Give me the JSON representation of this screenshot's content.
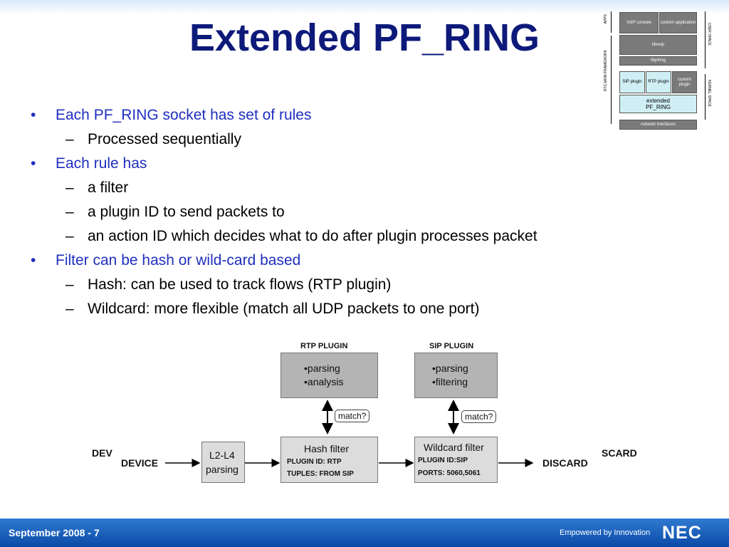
{
  "title": "Extended PF_RING",
  "bullets": [
    {
      "level": 1,
      "text": "Each PF_RING socket has set of rules"
    },
    {
      "level": 2,
      "text": "Processed sequentially"
    },
    {
      "level": 1,
      "text": "Each rule has"
    },
    {
      "level": 2,
      "text": "a filter"
    },
    {
      "level": 2,
      "text": "a plugin ID to send packets to"
    },
    {
      "level": 2,
      "text": "an action ID which decides what to do after plugin processes packet"
    },
    {
      "level": 1,
      "text": "Filter can be hash or wild-card based"
    },
    {
      "level": 2,
      "text": "Hash: can be used to track flows (RTP plugin)"
    },
    {
      "level": 2,
      "text": "Wildcard: more flexible (match all UDP packets to one port)"
    }
  ],
  "arch": {
    "apps": "APPS",
    "rtc": "RTC-MON FRAMEWORK",
    "user_space": "USER SPACE",
    "kernel_space": "KERNEL SPACE",
    "voip_console": "VoIP console",
    "custom_application": "custom application",
    "libvoip": "libvoip",
    "libpfring": "libpfring",
    "sip_plugin": "SIP plugin",
    "rtp_plugin": "RTP plugin",
    "custom_plugin": "custom plugin",
    "extended_pfring_1": "extended",
    "extended_pfring_2": "PF_RING",
    "network_interfaces": "network interfaces"
  },
  "flow": {
    "rtp_plugin_label": "RTP PLUGIN",
    "rtp_items": [
      "•parsing",
      "•analysis"
    ],
    "sip_plugin_label": "SIP PLUGIN",
    "sip_items": [
      "•parsing",
      "•filtering"
    ],
    "match": "match?",
    "dev_ghost": "DEV",
    "device": "DEVICE",
    "l2l4_1": "L2-L4",
    "l2l4_2": "parsing",
    "hash_title": "Hash filter",
    "hash_line1": "PLUGIN ID: RTP",
    "hash_line2": "TUPLES: FROM SIP",
    "wild_title": "Wildcard filter",
    "wild_line1": "PLUGIN ID:SIP",
    "wild_line2": "PORTS: 5060,5061",
    "discard": "DISCARD",
    "discard_ghost": "SCARD"
  },
  "footer": {
    "date": "September 2008 - 7",
    "tagline": "Empowered by Innovation",
    "logo": "NEC"
  },
  "colors": {
    "title": "#0d1a7a",
    "bullet_level1": "#1f2fbf",
    "footer": "#0a4aa8"
  }
}
